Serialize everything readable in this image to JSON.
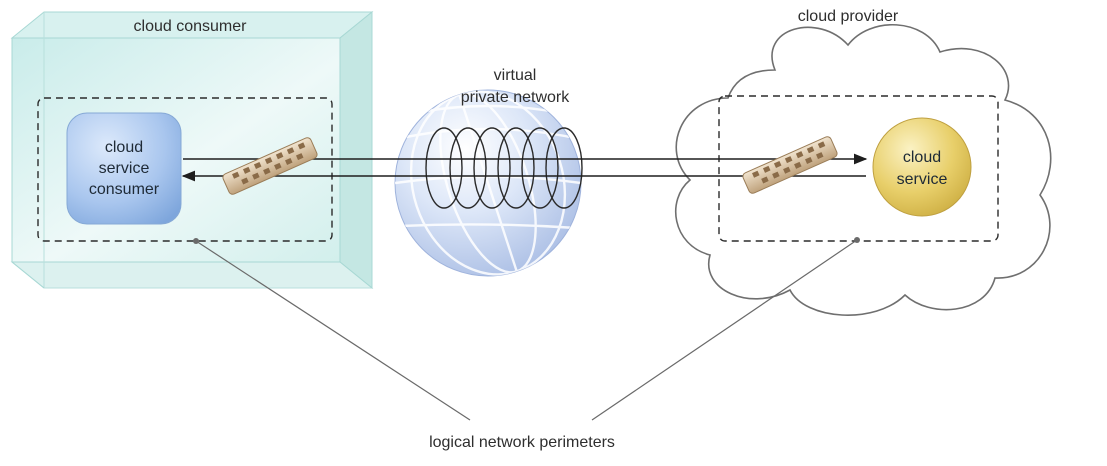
{
  "labels": {
    "cloud_consumer": "cloud consumer",
    "cloud_provider": "cloud provider",
    "vpn_line1": "virtual",
    "vpn_line2": "private network",
    "consumer_line1": "cloud",
    "consumer_line2": "service",
    "consumer_line3": "consumer",
    "service_line1": "cloud",
    "service_line2": "service",
    "perimeters": "logical network perimeters"
  },
  "colors": {
    "consumer_box": "#d4f0ee",
    "consumer_node": "#8fb8e6",
    "globe": "#c6d6f2",
    "service_node": "#e2c85c",
    "firewall": "#d9c3a3",
    "arrow": "#1e1e1e",
    "callout": "#6a6a6a"
  },
  "icons": {
    "firewall": "firewall-icon",
    "globe": "globe-icon",
    "cloud": "cloud-shape"
  }
}
